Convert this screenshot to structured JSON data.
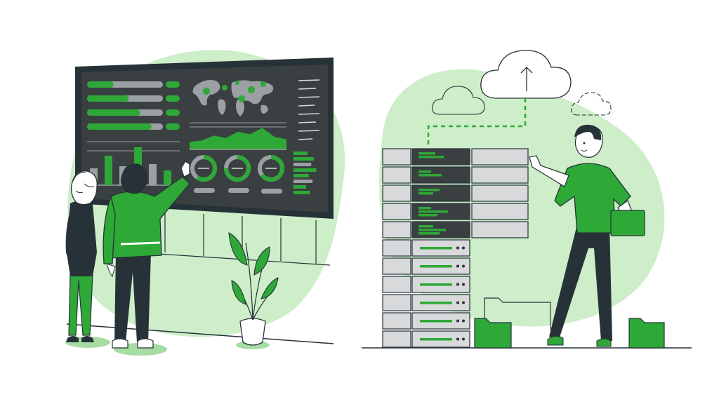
{
  "palette": {
    "accent": "#2ea836",
    "accent_dark": "#1f8a27",
    "accent_light": "#a7dca2",
    "accent_pale": "#cdeec9",
    "ink": "#263238",
    "screen": "#3a3f42",
    "grey": "#9aa0a3",
    "grey_light": "#d7d9da",
    "white": "#ffffff"
  },
  "icons": {
    "cloud_upload": "cloud-upload-icon",
    "folder": "folder-icon",
    "world_map": "world-map-icon",
    "donut": "donut-chart-icon"
  },
  "dashboard": {
    "progress_bars": [
      0.35,
      0.55,
      0.7,
      0.85
    ],
    "bar_chart_values": [
      0.4,
      0.7,
      0.45,
      0.9,
      0.5,
      0.35
    ],
    "donut_levels": [
      0.6,
      0.75,
      0.65
    ],
    "side_bars": [
      0.55,
      0.8,
      0.7,
      0.9,
      0.6,
      0.75,
      0.5,
      0.65
    ],
    "area_series": [
      0.3,
      0.35,
      0.55,
      0.45,
      0.7,
      0.6,
      0.85,
      0.5,
      0.4
    ]
  },
  "server_rack": {
    "units_with_screens": 5,
    "units_plain": 6,
    "screen_fills": [
      [
        0.4,
        0.6
      ],
      [
        0.3,
        0.55
      ],
      [
        0.5,
        0.35
      ],
      [
        0.3,
        0.7,
        0.45
      ],
      [
        0.35,
        0.65,
        0.5
      ]
    ]
  }
}
